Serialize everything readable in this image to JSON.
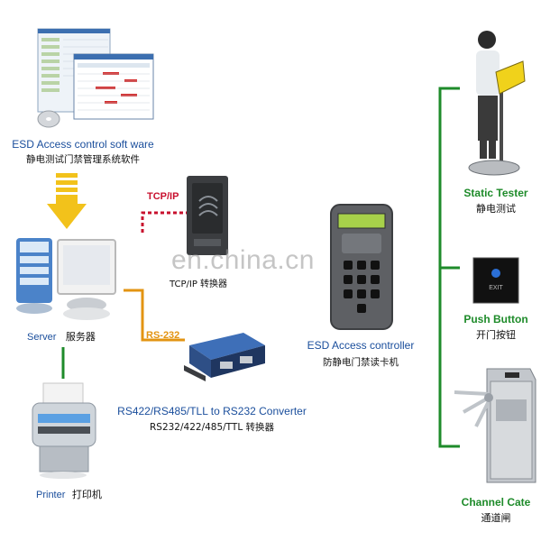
{
  "software": {
    "title": "ESD Access control soft ware",
    "subtitle": "静电测试门禁管理系统软件"
  },
  "server": {
    "label_en": "Server",
    "label_cn": "服务器"
  },
  "printer": {
    "label_en": "Printer",
    "label_cn": "打印机"
  },
  "tcpip": {
    "link_label": "TCP/IP",
    "device_label": "TCP/IP 转换器"
  },
  "rs232": {
    "link_label": "RS-232"
  },
  "converter": {
    "title": "RS422/RS485/TLL to RS232 Converter",
    "subtitle": "RS232/422/485/TTL 转换器"
  },
  "controller": {
    "title": "ESD Access controller",
    "subtitle": "防静电门禁读卡机"
  },
  "static_tester": {
    "title": "Static Tester",
    "subtitle": "静电测试"
  },
  "push_button": {
    "title": "Push Button",
    "subtitle": "开门按钮",
    "button_text": "EXIT"
  },
  "channel_gate": {
    "title": "Channel Cate",
    "subtitle": "通道闸"
  },
  "watermark": "en.china.cn",
  "colors": {
    "label_blue": "#1a4e9c",
    "label_green": "#1e8b2a",
    "tcpip_red": "#c8102e",
    "rs232_orange": "#e39412",
    "arrow_yellow": "#f2c21b",
    "connector_green": "#1e8b2a"
  }
}
